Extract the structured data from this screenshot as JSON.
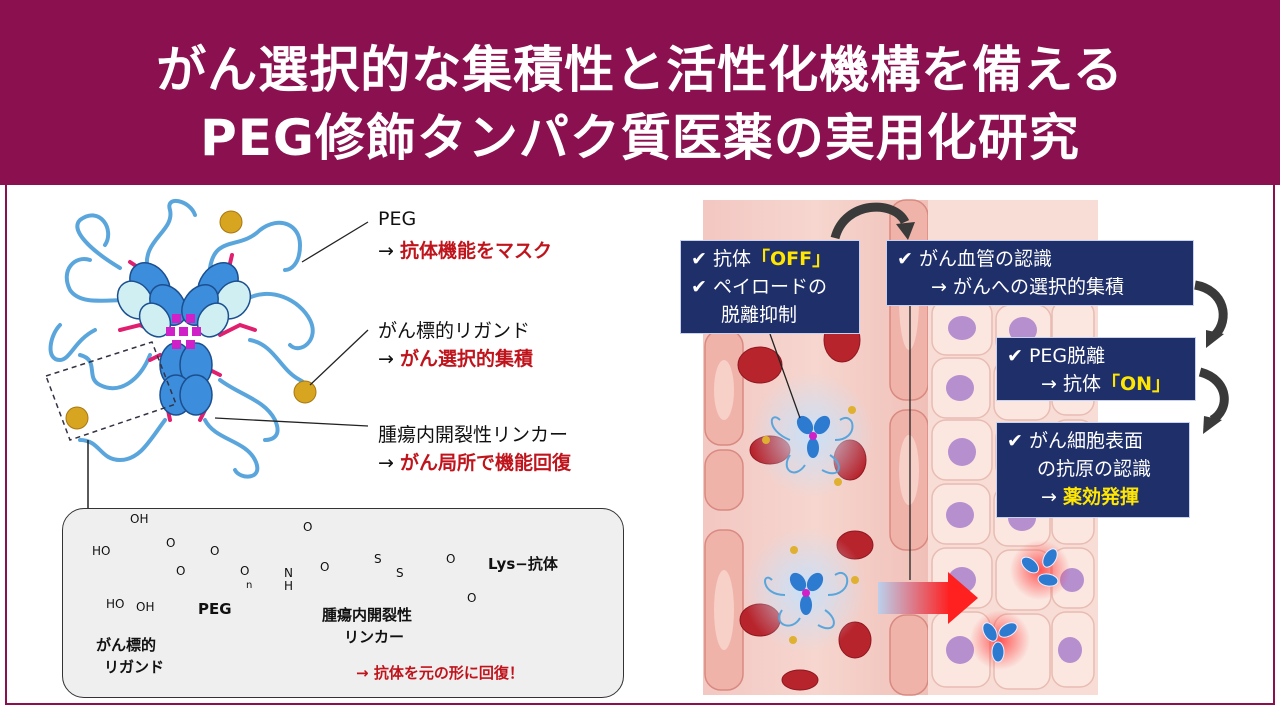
{
  "title": {
    "line1": "がん選択的な集積性と活性化機構を備える",
    "line2": "PEG修飾タンパク質医薬の実用化研究"
  },
  "molecule_labels": {
    "peg": "PEG",
    "peg_effect_arrow": "→",
    "peg_effect": "抗体機能をマスク",
    "ligand": "がん標的リガンド",
    "ligand_effect_arrow": "→",
    "ligand_effect": "がん選択的集積",
    "linker": "腫瘍内開裂性リンカー",
    "linker_effect_arrow": "→",
    "linker_effect": "がん局所で機能回復"
  },
  "chemical_structure": {
    "oh_top": "OH",
    "ho_left": "HO",
    "ho_bottom": "HO",
    "oh_bottom": "OH",
    "o_ring": "O",
    "o_link": "O",
    "o_peg1": "O",
    "o_peg2": "O",
    "subscript_n": "n",
    "nh": "N",
    "h": "H",
    "o_carbonyl1": "O",
    "o_ester1": "O",
    "s1": "S",
    "s2": "S",
    "o_ester2": "O",
    "o_carbonyl2": "O",
    "lys_antibody": "Lys−抗体",
    "peg_label": "PEG",
    "ligand_label_line1": "がん標的",
    "ligand_label_line2": "リガンド",
    "linker_label_line1": "腫瘍内開裂性",
    "linker_label_line2": "リンカー",
    "recovery_arrow": "→",
    "recovery_note": "抗体を元の形に回復！"
  },
  "callouts": {
    "box1": {
      "check": "✔",
      "line1_prefix": "抗体",
      "line1_highlight": "「OFF」",
      "line2": "ペイロードの",
      "line3": "脱離抑制"
    },
    "box2": {
      "check": "✔",
      "line1": "がん血管の認識",
      "line2": "→ がんへの選択的集積"
    },
    "box3": {
      "check": "✔",
      "line1": "PEG脱離",
      "line2_prefix": "→ 抗体",
      "line2_highlight": "「ON」"
    },
    "box4": {
      "check": "✔",
      "line1": "がん細胞表面",
      "line2": "の抗原の認識",
      "line3_prefix": "→ ",
      "line3_highlight": "薬効発揮"
    }
  },
  "colors": {
    "header": "#8a1050",
    "callout_bg": "#1f2f6a",
    "highlight": "#ffe600",
    "effect_red": "#c0141c",
    "peg_blue": "#5aa6dc",
    "linker_pink": "#e0206e",
    "ligand_gold": "#d8a520"
  }
}
